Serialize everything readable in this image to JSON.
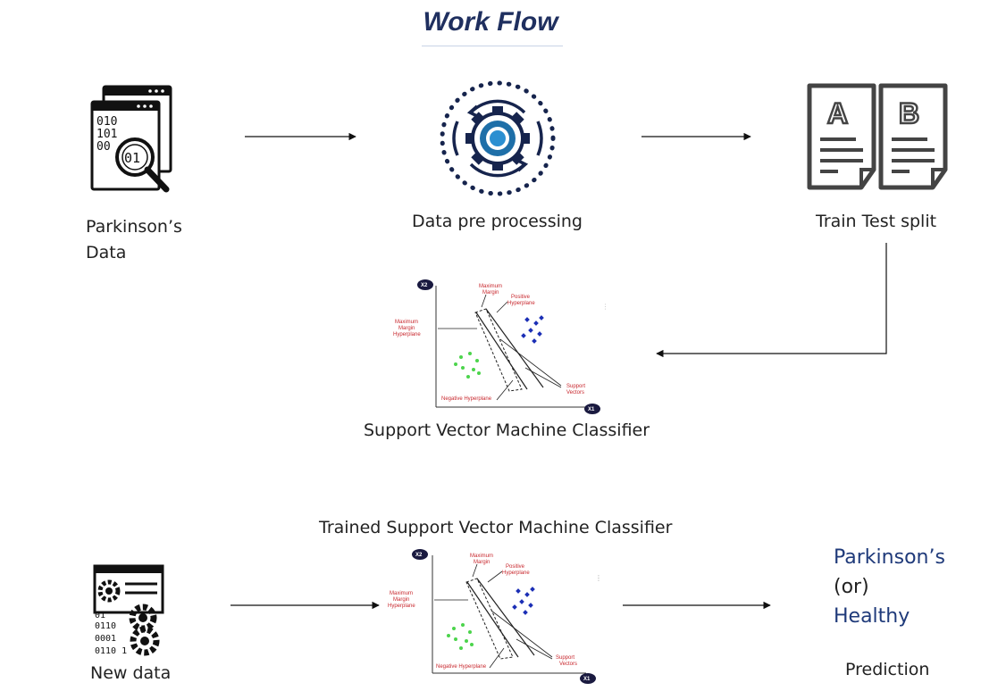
{
  "title": "Work Flow",
  "nodes": {
    "parkinsons_data": {
      "line1": "Parkinson’s",
      "line2": "Data"
    },
    "pre_processing": {
      "label": "Data pre processing"
    },
    "split": {
      "label": "Train Test split"
    },
    "split_icon": {
      "doc_a": "A",
      "doc_b": "B"
    },
    "svm": {
      "label": "Support Vector Machine Classifier"
    },
    "trained": {
      "label": "Trained Support Vector Machine Classifier"
    },
    "new_data": {
      "label": "New data",
      "bits": [
        "01",
        "0110",
        "0001",
        "0110 1"
      ]
    },
    "data_icon_bits": [
      "010",
      "101",
      "00"
    ],
    "prediction": {
      "line1": "Parkinson’s",
      "line2": "(or)",
      "line3": "Healthy",
      "label": "Prediction"
    }
  },
  "svm_chart": {
    "y_axis": "X2",
    "x_axis": "X1",
    "max_margin_top": [
      "Maximum",
      "Margin"
    ],
    "positive_hyperplane": [
      "Positive",
      "Hyperplane"
    ],
    "max_margin_hyperplane": [
      "Maximum",
      "Margin",
      "Hyperplane"
    ],
    "negative_hyperplane": "Negative Hyperplane",
    "support_vectors": [
      "Support",
      "Vectors"
    ]
  },
  "colors": {
    "title": "#1f2f5f",
    "gear_blue": "#1e6fa8",
    "gear_ring": "#2b8fd1",
    "svm_red": "#c8282e",
    "positive_class": "#1b2fb5",
    "negative_class": "#4cd44c",
    "prediction_blue": "#1f3a7a"
  }
}
